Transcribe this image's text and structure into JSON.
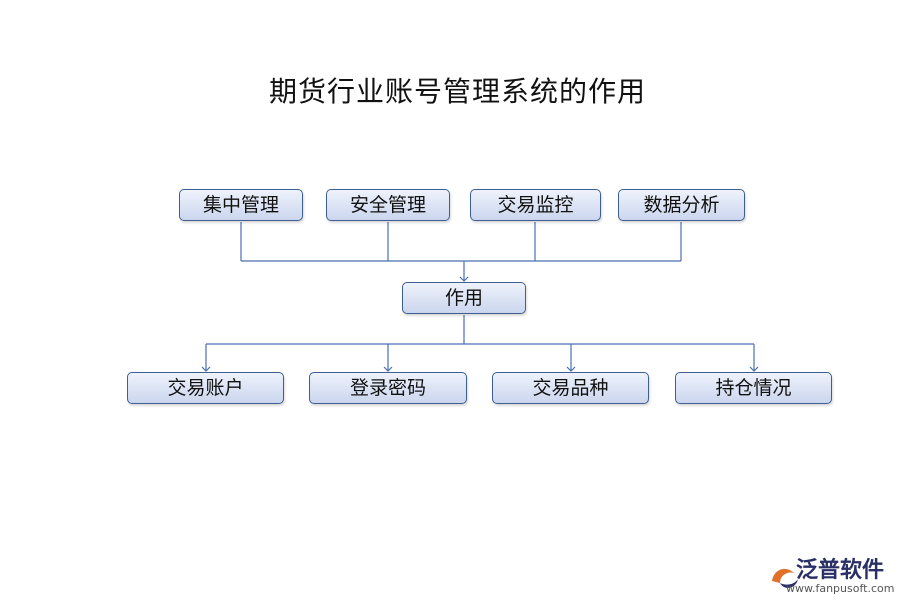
{
  "title": "期货行业账号管理系统的作用",
  "top_nodes": [
    "集中管理",
    "安全管理",
    "交易监控",
    "数据分析"
  ],
  "center_node": "作用",
  "bottom_nodes": [
    "交易账户",
    "登录密码",
    "交易品种",
    "持仓情况"
  ],
  "logo": {
    "name": "泛普软件",
    "url": "www.fanpusoft.com"
  },
  "colors": {
    "node_border": "#3f5f93",
    "node_fill": "#cbd6ee",
    "line": "#4a6fb0"
  }
}
